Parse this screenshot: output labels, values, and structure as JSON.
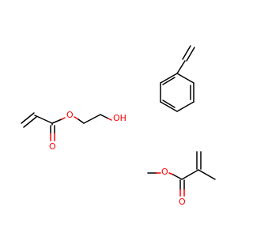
{
  "figure": {
    "background": "#ffffff",
    "bond_color": "#000000",
    "heteroatom_color": "#ff0000"
  },
  "molecules": {
    "hydroxyethyl_acrylate": {
      "ester_oxygen_label": "O",
      "carbonyl_oxygen_label": "O",
      "hydroxyl_label": "OH"
    },
    "styrene": {},
    "methyl_methacrylate": {
      "ester_oxygen_label": "O",
      "carbonyl_oxygen_label": "O"
    }
  }
}
